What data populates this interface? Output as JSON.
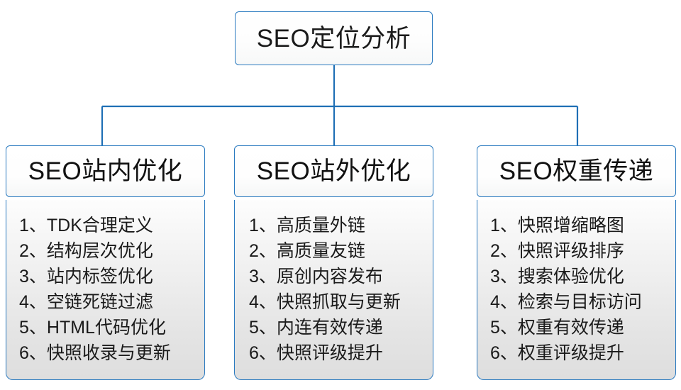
{
  "root": {
    "title": "SEO定位分析"
  },
  "branches": [
    {
      "id": "branch-1",
      "title": "SEO站内优化",
      "items": [
        "1、TDK合理定义",
        "2、结构层次优化",
        "3、站内标签优化",
        "4、空链死链过滤",
        "5、HTML代码优化",
        "6、快照收录与更新"
      ]
    },
    {
      "id": "branch-2",
      "title": "SEO站外优化",
      "items": [
        "1、高质量外链",
        "2、高质量友链",
        "3、原创内容发布",
        "4、快照抓取与更新",
        "5、内连有效传递",
        "6、快照评级提升"
      ]
    },
    {
      "id": "branch-3",
      "title": "SEO权重传递",
      "items": [
        "1、快照增缩略图",
        "2、快照评级排序",
        "3、搜索体验优化",
        "4、检索与目标访问",
        "5、权重有效传递",
        "6、权重评级提升"
      ]
    }
  ],
  "style": {
    "connector_color": "#1f6fb5",
    "border_color": "#2a7ac0",
    "text_color": "#1a1a1a",
    "background": "#ffffff"
  }
}
